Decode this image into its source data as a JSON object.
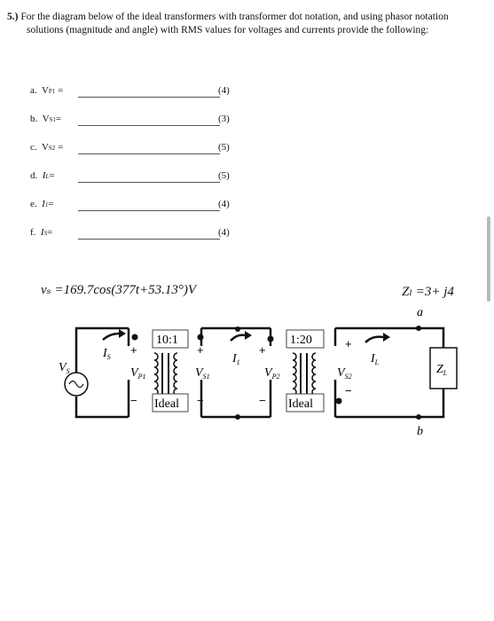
{
  "problem": {
    "number": "5.)",
    "text": "For the diagram below of the ideal transformers with transformer dot notation, and using phasor notation solutions (magnitude and angle) with RMS values for voltages and currents provide the following:"
  },
  "items": [
    {
      "letter": "a.",
      "var": "V",
      "sub": "P1",
      "eq": " =",
      "points": "(4)"
    },
    {
      "letter": "b.",
      "var": "V",
      "sub": "S1",
      "eq": "=",
      "points": "(3)"
    },
    {
      "letter": "c.",
      "var": "V",
      "sub": "S2",
      "eq": " =",
      "points": "(5)"
    },
    {
      "letter": "d.",
      "var": "I",
      "sub": "L",
      "eq": "=",
      "points": "(5)"
    },
    {
      "letter": "e.",
      "var": "I",
      "sub": "1",
      "eq": "=",
      "points": "(4)"
    },
    {
      "letter": "f.",
      "var": "I",
      "sub": "S",
      "eq": "=",
      "points": "(4)"
    }
  ],
  "equation": "vₛ =169.7cos(377t+53.13°)V",
  "load_equation": "Zₗ =3+ j4",
  "circuit": {
    "ratio1": "10:1",
    "ratio2": "1:20",
    "ideal1": "Ideal",
    "ideal2": "Ideal",
    "node_a": "a",
    "node_b": "b",
    "src_label": "V",
    "src_sub": "S",
    "is_label": "I",
    "is_sub": "S",
    "vp1_label": "V",
    "vp1_sub": "P1",
    "vs1_label": "V",
    "vs1_sub": "S1",
    "i1_label": "I",
    "i1_sub": "1",
    "vp2_label": "V",
    "vp2_sub": "P2",
    "vs2_label": "V",
    "vs2_sub": "S2",
    "il_label": "I",
    "il_sub": "L",
    "zl_label": "Z",
    "zl_sub": "L",
    "plus": "+",
    "minus": "−"
  }
}
